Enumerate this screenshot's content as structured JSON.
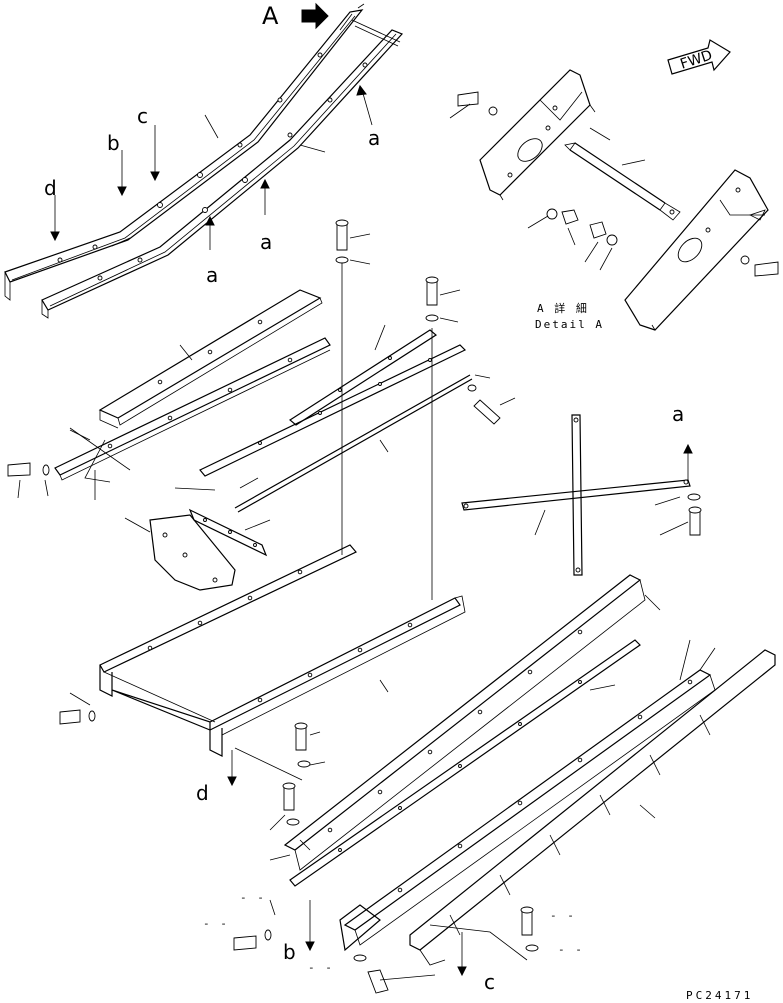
{
  "callouts": {
    "view_a": "A",
    "a1": "a",
    "a2": "a",
    "a3": "a",
    "a4": "a",
    "b1": "b",
    "b2": "b",
    "c1": "c",
    "c2": "c",
    "d1": "d",
    "d2": "d"
  },
  "detail": {
    "title_jp": "A 詳 細",
    "title_en": "Detail A"
  },
  "direction": {
    "label": "FWD"
  },
  "drawing_code": "PC24171",
  "dash_labels": [
    "- -",
    "- -",
    "- -",
    "- -",
    "- -"
  ]
}
